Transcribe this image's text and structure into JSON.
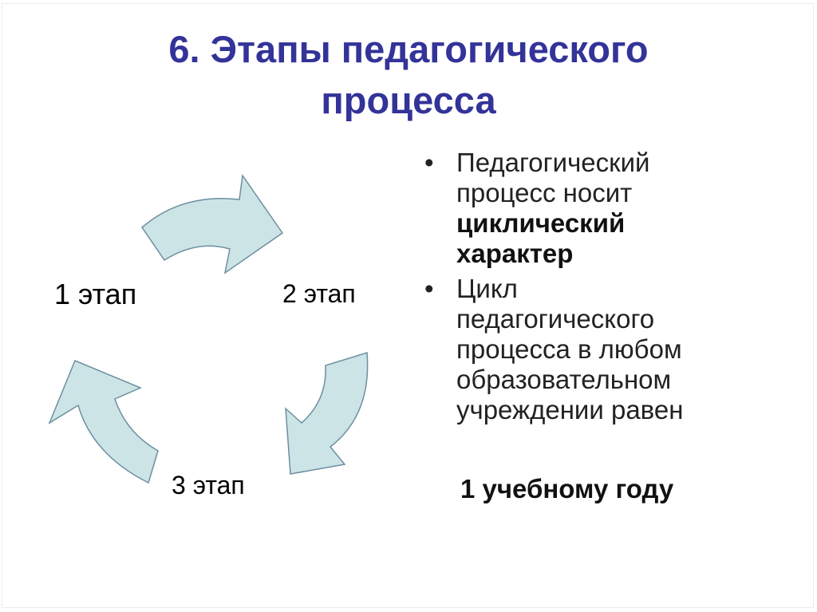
{
  "slide": {
    "title_line1": "6. Этапы педагогического",
    "title_line2": "процесса",
    "cycle": {
      "stages": [
        "1 этап",
        "2 этап",
        "3 этап"
      ],
      "arrow_fill": "#cde4e6",
      "arrow_stroke": "#6b8fa0"
    },
    "bullets": [
      {
        "marker": "•",
        "lines": [
          "Педагогический",
          "процесс носит"
        ],
        "bold_lines": [
          "циклический",
          "характер"
        ]
      },
      {
        "marker": "•",
        "lines": [
          "Цикл",
          "педагогического",
          "процесса в любом",
          "образовательном",
          "учреждении равен"
        ]
      }
    ],
    "final_bold": "1 учебному году",
    "title_color": "#333399"
  }
}
